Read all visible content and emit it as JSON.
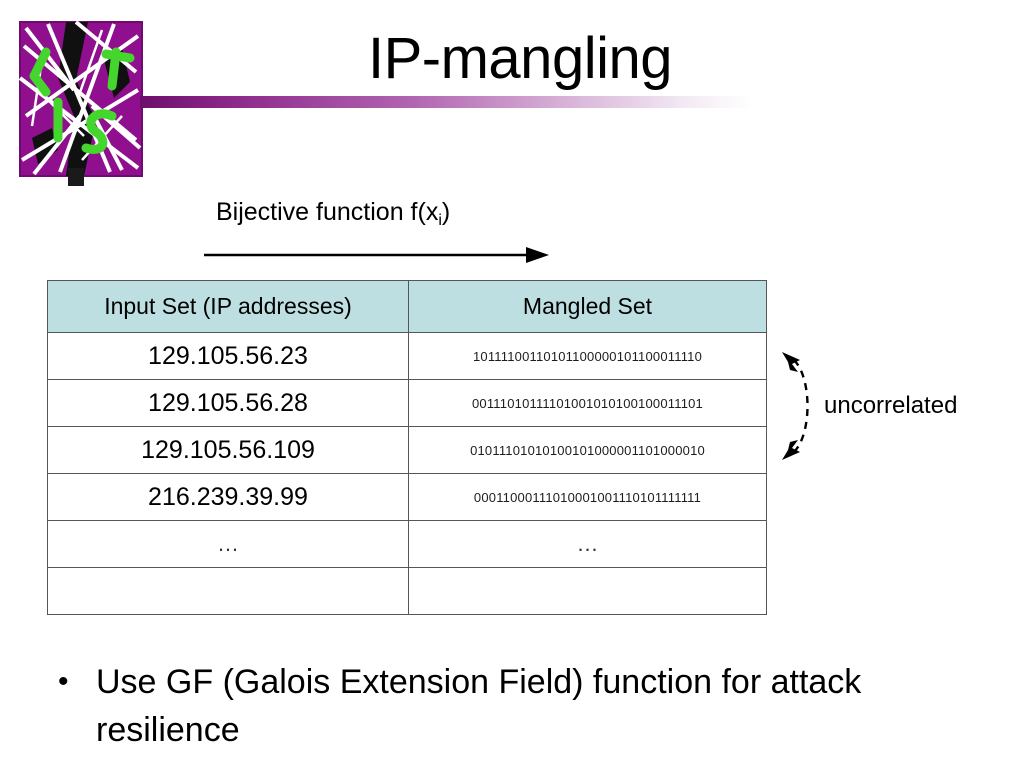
{
  "slide": {
    "title": "IP-mangling",
    "logo_alt": "lis-logo",
    "logo_letters": [
      "L",
      "I",
      "S",
      "T"
    ]
  },
  "diagram": {
    "function_label_prefix": "Bijective function f(x",
    "function_label_subscript": "i",
    "function_label_suffix": ")",
    "arrow_name": "rightward-arrow",
    "annotation": "uncorrelated"
  },
  "table": {
    "headers": [
      "Input Set (IP addresses)",
      "Mangled Set"
    ],
    "rows": [
      {
        "input": "129.105.56.23",
        "mangled": "10111100110101100000101100011110"
      },
      {
        "input": "129.105.56.28",
        "mangled": "00111010111101001010100100011101"
      },
      {
        "input": "129.105.56.109",
        "mangled": "01011101010100101000001101000010"
      },
      {
        "input": "216.239.39.99",
        "mangled": "00011000111010001001110101111111"
      },
      {
        "input": "…",
        "mangled": "…"
      },
      {
        "input": "",
        "mangled": ""
      }
    ]
  },
  "bullets": [
    {
      "marker": "•",
      "text": "Use GF (Galois Extension Field) function for attack resilience"
    }
  ],
  "colors": {
    "header_fill": "#bedfe1",
    "rule_start": "#6d0e6d",
    "logo_purple": "#8f0f8f",
    "logo_green": "#44d62c",
    "text": "#000000"
  }
}
